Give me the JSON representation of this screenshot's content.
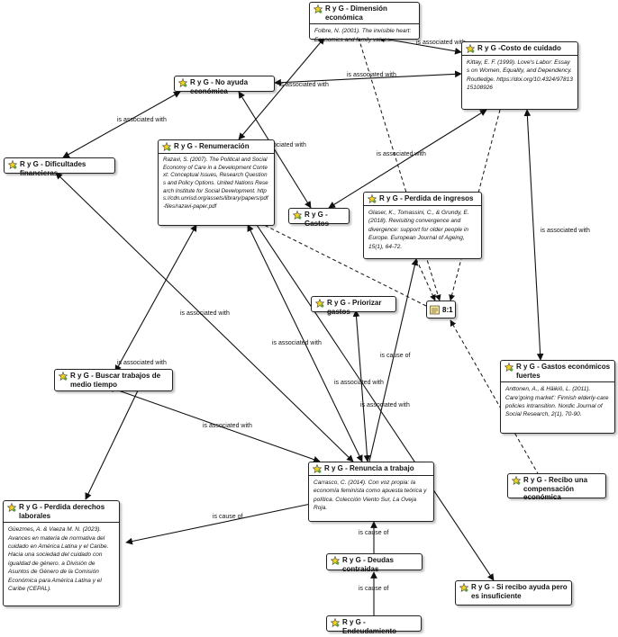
{
  "nodes": {
    "dimension": {
      "title": "R y G - Dimensión económica",
      "ref": "Folbre, N. (2001). The invisible heart: Economics and family values."
    },
    "costo": {
      "title": "R y G -Costo de cuidado",
      "ref": "Kittay, E. F. (1999). Love's Labor: Essays on Women, Equality, and Dependency. Routledge. https://doi.org/10.4324/9781315108926"
    },
    "no_ayuda": {
      "title": "R y G - No ayuda económica"
    },
    "dificultades": {
      "title": "R y G - Dificultades financieras"
    },
    "remuneracion": {
      "title": "R y G - Renumeración",
      "ref": "Razavi, S. (2007). The Political and Social Economy of Care in a Development Context: Conceptual Issues, Research Questions and Policy Options. United Nations Research Institute for Social Development. https://cdn.unrisd.org/assets/library/papers/pdf-files/razavi-paper.pdf"
    },
    "gastos": {
      "title": "R y G - Gastos"
    },
    "perdida_ingresos": {
      "title": "R y G - Perdida de ingresos",
      "ref": "Glaser, K., Tomassini, C., & Grundy, E. (2018). Revisiting convergence and divergence: support for older people in Europe. European Journal of Ageing, 15(1), 64-72."
    },
    "priorizar": {
      "title": "R y G - Priorizar gastos"
    },
    "memo": {
      "title": "8:1"
    },
    "gastos_fuertes": {
      "title": "R y G - Gastos económicos fuertes",
      "ref": "Anttonen, A., & Häikiö, L. (2011). Care'going market': Finnish elderly-care policies intransition. Nordic Journal of Social Research, 2(1), 70-90."
    },
    "buscar": {
      "title": "R y G - Buscar trabajos de medio tiempo"
    },
    "recibo": {
      "title": "R y G - Recibo una compensación económica"
    },
    "renuncia": {
      "title": "R y G - Renuncia a trabajo",
      "ref": "Carrasco, C. (2014). Con voz propia: la economía feminista como apuesta teórica y política. Colección Viento Sur, La Oveja Roja."
    },
    "perdida_derechos": {
      "title": "R y G - Perdida derechos laborales",
      "ref": "Güezmes, A. & Vaeza M. N. (2023). Avances en materia de normativa del cuidado en América Latina y el Caribe. Hacia una sociedad del cuidado con igualdad de género. a División de Asuntos de Género de la Comisión Económica para América Latina y el Caribe (CEPAL)."
    },
    "deudas": {
      "title": "R y G - Deudas contraidas"
    },
    "si_recibo": {
      "title": "R y G - Si recibo ayuda pero es insuficiente"
    },
    "endeudamiento": {
      "title": "R y G - Endeudamiento"
    }
  },
  "edges": [
    {
      "id": "e1",
      "label": "is associated with"
    },
    {
      "id": "e2",
      "label": "is associated with"
    },
    {
      "id": "e3",
      "label": "is associated with"
    },
    {
      "id": "e4",
      "label": "is associated with"
    },
    {
      "id": "e5",
      "label": "is associated with"
    },
    {
      "id": "e6",
      "label": "is associated with"
    },
    {
      "id": "e7",
      "label": "is associated with"
    },
    {
      "id": "e8",
      "label": "is associated with"
    },
    {
      "id": "e9",
      "label": "is associated with"
    },
    {
      "id": "e10",
      "label": "is associated with"
    },
    {
      "id": "e11",
      "label": "is associated with"
    },
    {
      "id": "e12",
      "label": "is associated with"
    },
    {
      "id": "e13",
      "label": "is cause of"
    },
    {
      "id": "e14",
      "label": "is cause of"
    },
    {
      "id": "e15",
      "label": "is cause of"
    },
    {
      "id": "e16",
      "label": "is cause of"
    }
  ],
  "colors": {
    "icon_yellow": "#f2d21b",
    "icon_green": "#5aa02c",
    "line": "#111111"
  }
}
